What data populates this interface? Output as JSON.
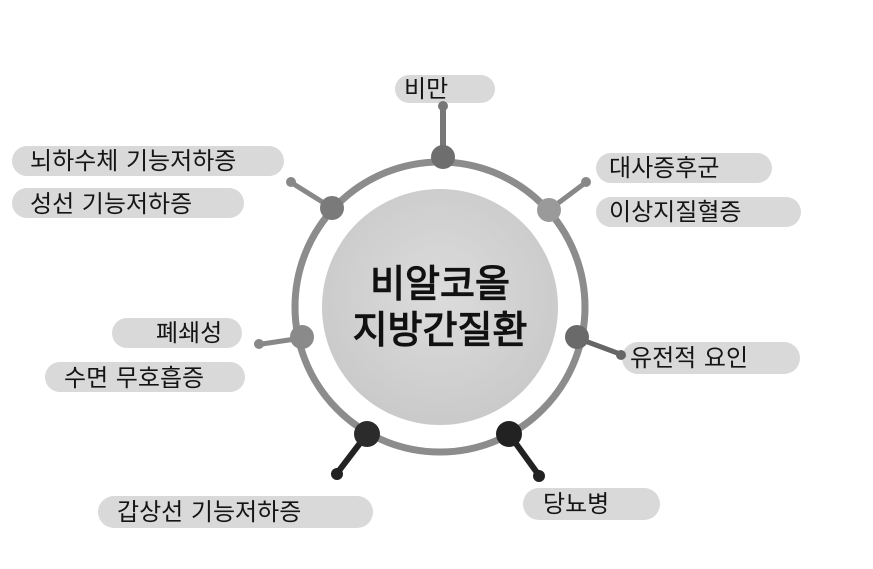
{
  "center": {
    "line1": "비알코올",
    "line2": "지방간질환"
  },
  "factors": {
    "top": "비만",
    "upper_left_1": "뇌하수체 기능저하증",
    "upper_left_2": "성선 기능저하증",
    "upper_right_1": "대사증후군",
    "upper_right_2": "이상지질혈증",
    "left_1": "폐쇄성",
    "left_2": "수면 무호흡증",
    "right": "유전적 요인",
    "bottom_left": "갑상선 기능저하증",
    "bottom_right": "당뇨병"
  },
  "colors": {
    "ring": "#8c8c8c",
    "center_fill": "#d3d3d3",
    "label_bg": "#d9d9d9",
    "node_gray": "#7a7a7a",
    "node_dark": "#2b2b2b"
  }
}
